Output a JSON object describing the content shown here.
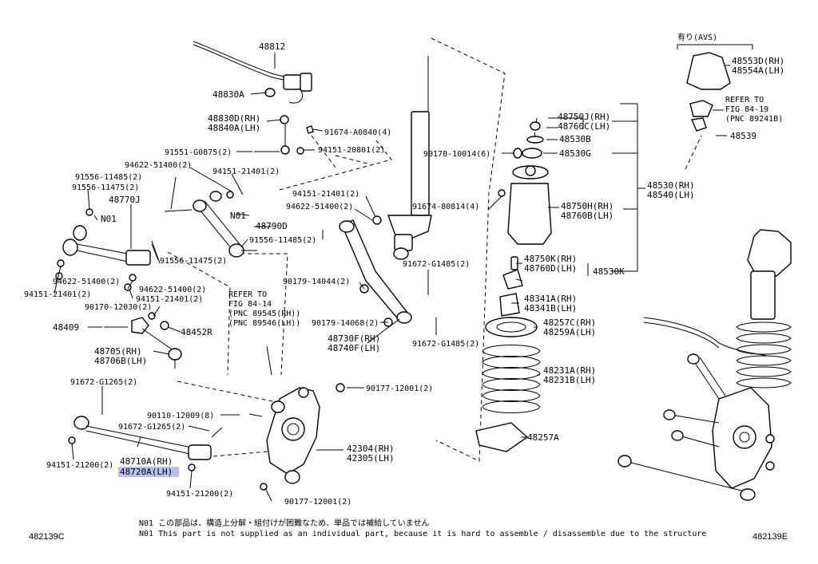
{
  "labels": {
    "p48812": "48812",
    "p48830a": "48830A",
    "p48830d": "48830D(RH)",
    "p48840a": "48840A(LH)",
    "p91674a": "91674-A0840(4)",
    "p91551": "91551-G0875(2)",
    "p94151_20801": "94151-20801(2)",
    "p94622a": "94622-51400(2)",
    "p94151_21401a": "94151-21401(2)",
    "p91556a": "91556-11485(2)",
    "p91556b": "91556-11475(2)",
    "p48770j": "48770J",
    "n01a": "N01",
    "n01b": "N01",
    "p48790d": "48790D",
    "p91556c": "91556-11485(2)",
    "p91556d": "91556-11475(2)",
    "p94622b": "94622-51400(2)",
    "p94151_21401b": "94151-21401(2)",
    "p94622c": "94622-51400(2)",
    "p94151_21401c": "94151-21401(2)",
    "p90170": "90170-12030(2)",
    "p48409": "48409",
    "p48452r": "48452R",
    "p48705": "48705(RH)",
    "p48706b": "48706B(LH)",
    "p91672_g1265a": "91672-G1265(2)",
    "p90110": "90110-12009(8)",
    "p91672_g1265b": "91672-G1265(2)",
    "p48710a": "48710A(RH)",
    "p48720a": "48720A(LH)",
    "p94151_21200a": "94151-21200(2)",
    "p94151_21200b": "94151-21200(2)",
    "p42304": "42304(RH)",
    "p42305": "42305(LH)",
    "p90177a": "90177-12001(2)",
    "p90177b": "90177-12001(2)",
    "p90179a": "90179-14044(2)",
    "p90179b": "90179-14068(2)",
    "p48730f": "48730F(RH)",
    "p48740f": "48740F(LH)",
    "p91672_g1485a": "91672-G1485(2)",
    "p91672_g1485b": "91672-G1485(2)",
    "p94151_21401d": "94151-21401(2)",
    "p94622d": "94622-51400(2)",
    "p91674_80814": "91674-80814(4)",
    "p90178": "90178-10014(6)",
    "p48750j": "48750J(RH)",
    "p48760c": "48760C(LH)",
    "p48530b": "48530B",
    "p48530g": "48530G",
    "p48750h": "48750H(RH)",
    "p48760b": "48760B(LH)",
    "p48530rh": "48530(RH)",
    "p48540lh": "48540(LH)",
    "p48750k": "48750K(RH)",
    "p48760d": "48760D(LH)",
    "p48530k": "48530K",
    "p48341a": "48341A(RH)",
    "p48341b": "48341B(LH)",
    "p48257c": "48257C(RH)",
    "p48259a": "48259A(LH)",
    "p48231a": "48231A(RH)",
    "p48231b": "48231B(LH)",
    "p48257a": "48257A",
    "avs": "有り(AVS)",
    "p48553d": "48553D(RH)",
    "p48554a": "48554A(LH)",
    "ref19_1": "REFER TO",
    "ref19_2": "FIG 84-19",
    "ref19_3": "(PNC 89241B)",
    "p48539": "48539",
    "ref14_1": "REFER TO",
    "ref14_2": "FIG 84-14",
    "ref14_3": "(PNC 89545(RH))",
    "ref14_4": "(PNC 89546(LH))"
  },
  "notes": {
    "jp": "N01 この部品は、構造上分解・組付けが困難なため、単品では補給していません",
    "en": "N01 This part is not supplied as an individual part, because it is hard to assemble / disassemble due to the structure"
  },
  "footer": {
    "left_code": "482139C",
    "right_code": "482139E"
  },
  "colors": {
    "highlight": "#b9bff2"
  }
}
